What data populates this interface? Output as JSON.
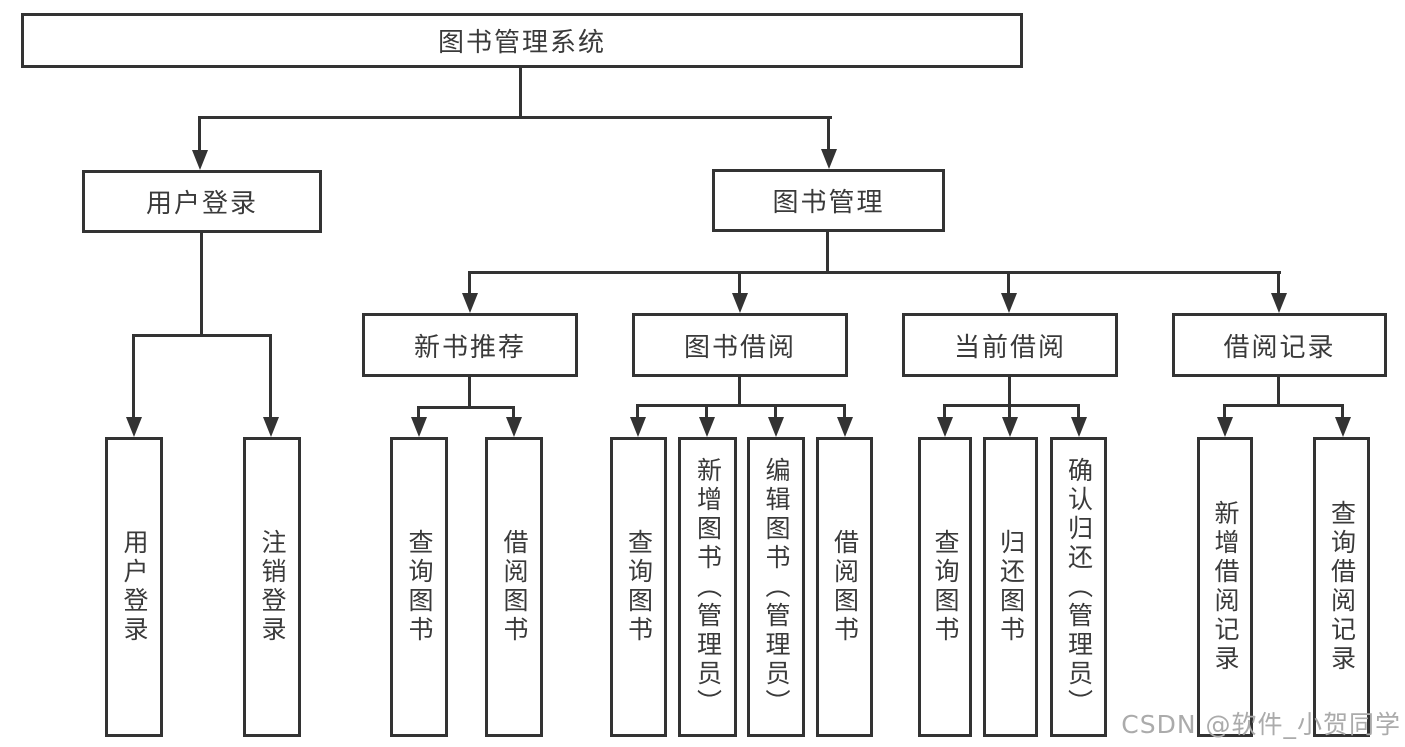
{
  "tree": {
    "label": "图书管理系统",
    "children": [
      {
        "label": "用户登录",
        "children": [
          {
            "label": "用户登录"
          },
          {
            "label": "注销登录"
          }
        ]
      },
      {
        "label": "图书管理",
        "children": [
          {
            "label": "新书推荐",
            "children": [
              {
                "label": "查询图书"
              },
              {
                "label": "借阅图书"
              }
            ]
          },
          {
            "label": "图书借阅",
            "children": [
              {
                "label": "查询图书"
              },
              {
                "label": "新增图书（管理员）"
              },
              {
                "label": "编辑图书（管理员）"
              },
              {
                "label": "借阅图书"
              }
            ]
          },
          {
            "label": "当前借阅",
            "children": [
              {
                "label": "查询图书"
              },
              {
                "label": "归还图书"
              },
              {
                "label": "确认归还（管理员）"
              }
            ]
          },
          {
            "label": "借阅记录",
            "children": [
              {
                "label": "新增借阅记录"
              },
              {
                "label": "查询借阅记录"
              }
            ]
          }
        ]
      }
    ]
  },
  "watermark": {
    "text": "CSDN @软件_小贺同学",
    "color": "#ababab"
  },
  "colors": {
    "line": "#333333",
    "text": "#3a3a3a",
    "background": "#ffffff"
  }
}
